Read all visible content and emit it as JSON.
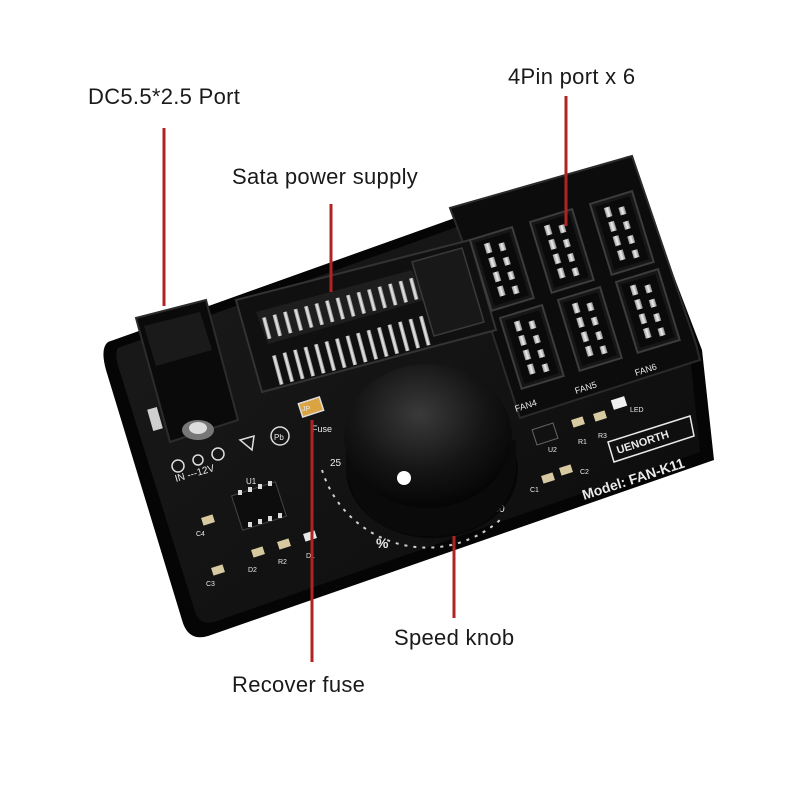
{
  "callouts": {
    "dc_port": "DC5.5*2.5 Port",
    "fan_ports": "4Pin port x 6",
    "sata": "Sata power supply",
    "knob": "Speed knob",
    "fuse": "Recover fuse"
  },
  "silkscreen": {
    "brand": "UENORTH",
    "model": "Model: FAN-K11",
    "fan4": "FAN4",
    "fan5": "FAN5",
    "fan6": "FAN6",
    "fuse": "Fuse",
    "jp": "JP",
    "voltage": "IN ---12V",
    "pb": "Pb",
    "u1": "U1",
    "d1": "D1",
    "d2": "D2",
    "r1": "R1",
    "r2": "R2",
    "r3": "R3",
    "c1": "C1",
    "c2": "C2",
    "c3": "C3",
    "c4": "C4",
    "led": "LED",
    "u2": "U2",
    "dial_low": "25",
    "dial_high": "100",
    "percent": "%"
  },
  "colors": {
    "pcb": "#111111",
    "callout_line": "#b22222",
    "text": "#1a1a1a"
  }
}
